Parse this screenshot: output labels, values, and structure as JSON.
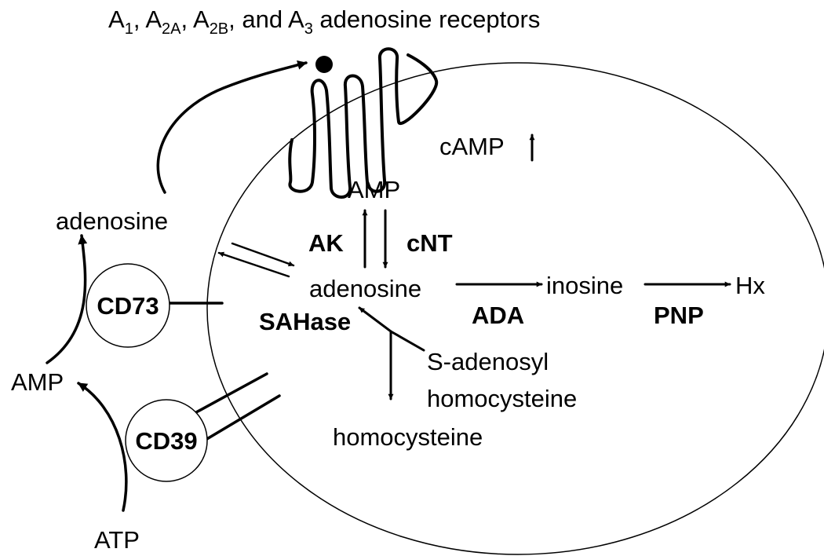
{
  "title": {
    "p1": "A",
    "s1": "1",
    "p2": ", A",
    "s2": "2A",
    "p3": ", A",
    "s3": "2B",
    "p4": ", and A",
    "s4": "3",
    "p5": " adenosine receptors"
  },
  "labels": {
    "camp": "cAMP",
    "amp_inner": "AMP",
    "ak": "AK",
    "cnt": "cNT",
    "adenosine_inner": "adenosine",
    "inosine": "inosine",
    "hx": "Hx",
    "ada": "ADA",
    "pnp": "PNP",
    "sahase": "SAHase",
    "sah_line1": "S-adenosyl",
    "sah_line2": "homocysteine",
    "homocysteine": "homocysteine",
    "adenosine_outer": "adenosine",
    "amp_outer": "AMP",
    "atp": "ATP",
    "cd73": "CD73",
    "cd39": "CD39"
  }
}
